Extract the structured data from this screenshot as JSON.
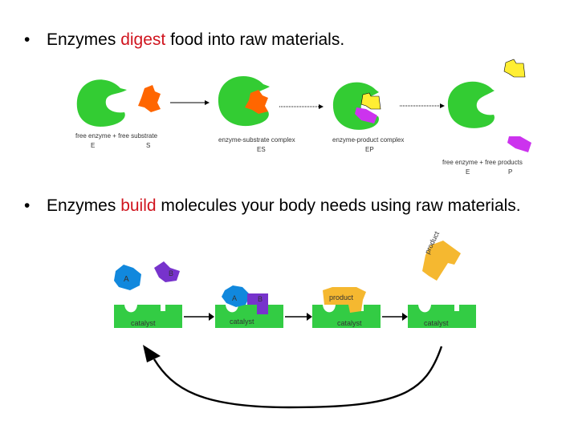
{
  "bullet1": {
    "marker": "•",
    "pre": "Enzymes ",
    "emph": "digest",
    "post": " food into raw materials."
  },
  "bullet2": {
    "marker": "•",
    "pre": "Enzymes ",
    "emph": "build",
    "post": " molecules your body needs using raw materials."
  },
  "digest_labels": {
    "free_enzyme_free_substrate": "free enzyme + free substrate",
    "e": "E",
    "s": "S",
    "es_complex": "enzyme-substrate complex",
    "es": "ES",
    "ep_complex": "enzyme-product complex",
    "ep": "EP",
    "free_enzyme_free_products": "free enzyme + free products",
    "e2": "E",
    "p": "P"
  },
  "build_labels": {
    "a": "A",
    "b": "B",
    "catalyst": "catalyst",
    "product": "product"
  },
  "colors": {
    "enzyme": "#33cc33",
    "substrate": "#ff6600",
    "product_yellow": "#ffee33",
    "product_purple": "#cc33ee",
    "mol_a": "#1188dd",
    "mol_b": "#7733cc",
    "build_product": "#f5b830",
    "catalyst": "#33cc44",
    "emphasis": "#d0141e"
  }
}
